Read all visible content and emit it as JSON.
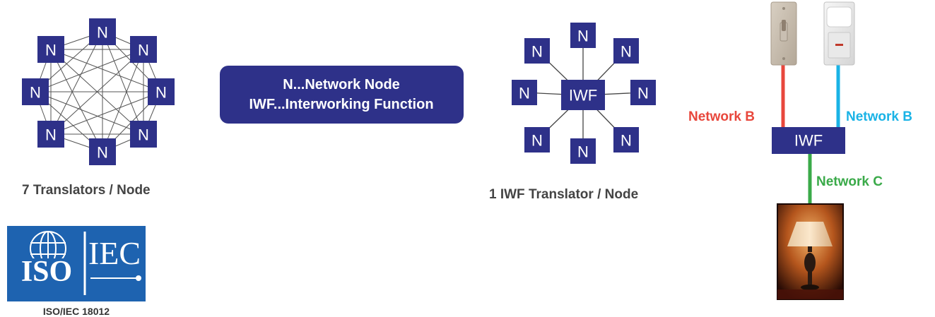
{
  "node_label": "N",
  "mesh": {
    "caption": "7 Translators / Node"
  },
  "legend": {
    "line1": "N...Network Node",
    "line2": "IWF...Interworking Function"
  },
  "star": {
    "center_label": "IWF",
    "caption": "1 IWF Translator / Node"
  },
  "devices": {
    "iwf_label": "IWF",
    "left_network": "Network B",
    "right_network": "Network B",
    "bottom_network": "Network C",
    "left_icon": "light-switch-icon",
    "right_icon": "motion-sensor-icon",
    "bottom_icon": "table-lamp-icon"
  },
  "logo": {
    "iso_text": "ISO",
    "iec_text": "IEC",
    "caption": "ISO/IEC 18012"
  },
  "colors": {
    "node": "#2e3189",
    "network_left": "#e8473c",
    "network_right": "#1ab3e6",
    "network_bottom": "#3aaa49"
  }
}
